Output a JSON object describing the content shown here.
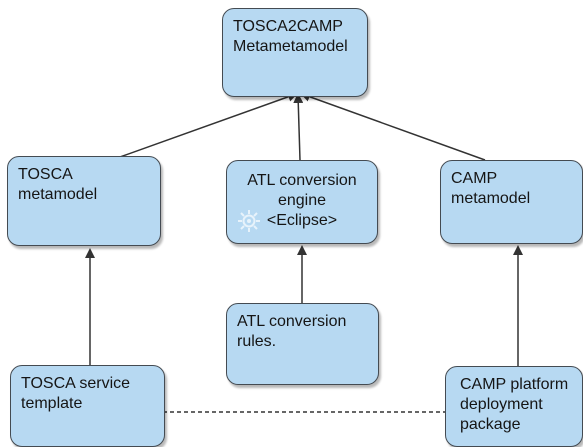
{
  "nodes": {
    "tosca2camp": "TOSCA2CAMP\nMetametamodel",
    "tosca_metamodel": "TOSCA\nmetamodel",
    "atl_engine": "ATL conversion\nengine\n<Eclipse>",
    "camp_metamodel": "CAMP\nmetamodel",
    "atl_rules": "ATL conversion\nrules.",
    "tosca_service_template": "TOSCA service\ntemplate",
    "camp_deployment_package": "CAMP platform\ndeployment\npackage"
  },
  "icons": {
    "engine_icon": "gear-icon"
  },
  "colors": {
    "node_fill": "#b7d9f2",
    "node_border": "#444b52",
    "edge": "#333333",
    "gear": "#e8f3fb"
  }
}
